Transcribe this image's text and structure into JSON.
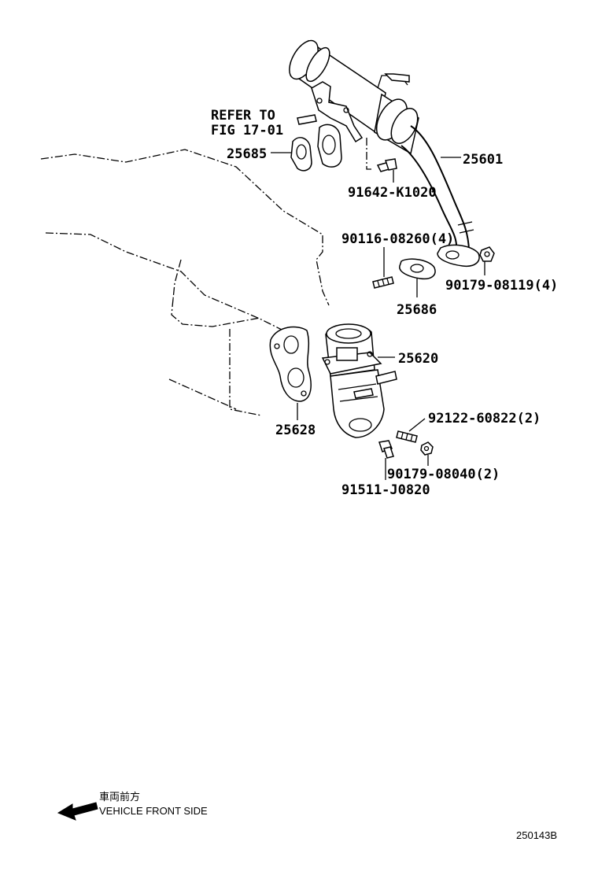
{
  "labels": {
    "refer_line1": "REFER TO",
    "refer_line2": "FIG 17-01",
    "p25685": "25685",
    "p25601": "25601",
    "p91642": "91642-K1020",
    "p90116": "90116-08260(4)",
    "p90179a": "90179-08119(4)",
    "p25686": "25686",
    "p25620": "25620",
    "p25628": "25628",
    "p92122": "92122-60822(2)",
    "p90179b": "90179-08040(2)",
    "p91511": "91511-J0820"
  },
  "footer": {
    "front_jp": "車両前方",
    "front_en": "VEHICLE FRONT SIDE",
    "diagram_id": "250143B"
  }
}
